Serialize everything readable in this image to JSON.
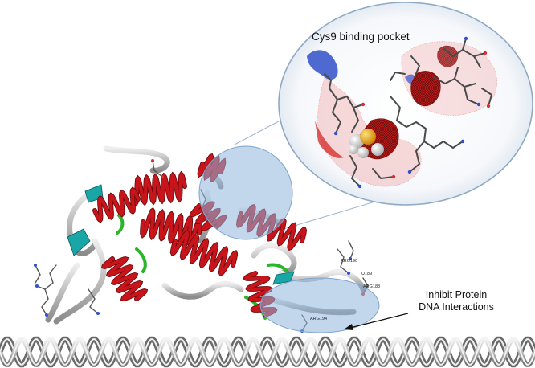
{
  "figure": {
    "inset_title": "Cys9 binding pocket",
    "annotation": {
      "line1": "Inhibit Protein",
      "line2": "DNA Interactions"
    },
    "residue_labels": [
      "ARG190",
      "U189",
      "ARG188",
      "ARG194"
    ],
    "colors": {
      "helix": "#c8141b",
      "coil": "#c9c9c9",
      "beta_strand": "#1aa6a6",
      "loop_highlight": "#2bb52b",
      "highlight_circle": "#8fb4dc",
      "sulfur": "#f0b020",
      "negative_surface": "#d83030",
      "positive_surface": "#3050c8"
    }
  }
}
